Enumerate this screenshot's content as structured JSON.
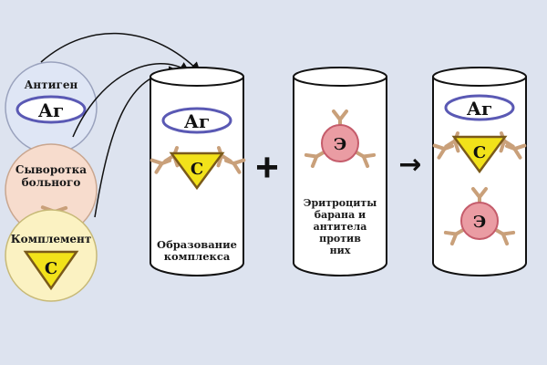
{
  "inputs": {
    "antigen_label": "Антиген",
    "antigen_symbol": "Аг",
    "serum_label_line1": "Сыворотка",
    "serum_label_line2": "больного",
    "complement_label": "Комплемент",
    "complement_symbol": "С"
  },
  "tube1": {
    "antigen_symbol": "Аг",
    "complement_symbol": "С",
    "caption_line1": "Образование",
    "caption_line2": "комплекса"
  },
  "operator_plus": "+",
  "tube2": {
    "erythrocyte_symbol": "Э",
    "caption_lines": [
      "Эритроциты",
      "барана и",
      "антитела",
      "против",
      "них"
    ]
  },
  "operator_arrow": "→",
  "tube3": {
    "antigen_symbol": "Аг",
    "complement_symbol": "С",
    "erythrocyte_symbol": "Э"
  },
  "colors": {
    "background": "#dde3ef",
    "antigen_circle": "#dfe6f5",
    "serum_circle": "#f7dccd",
    "complement_circle": "#fbf2c2",
    "antigen_ellipse": "#5a59b4",
    "complement_triangle": "#f2e21a",
    "erythrocyte": "#ea9ca3",
    "antibody": "#c9a07a"
  }
}
